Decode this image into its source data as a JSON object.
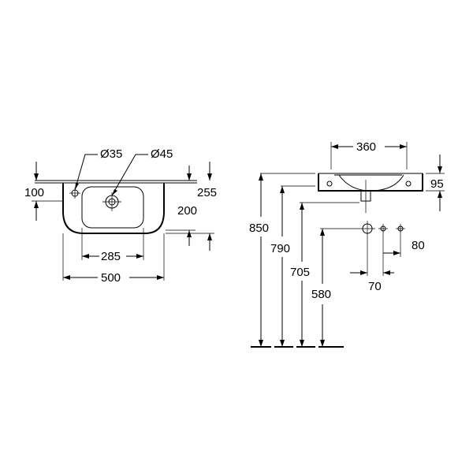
{
  "top_view": {
    "dim_d35": "Ø35",
    "dim_d45": "Ø45",
    "dim_100": "100",
    "dim_255": "255",
    "dim_200": "200",
    "dim_285": "285",
    "dim_500": "500"
  },
  "side_view": {
    "dim_360": "360",
    "dim_95": "95",
    "dim_850": "850",
    "dim_790": "790",
    "dim_705": "705",
    "dim_580": "580",
    "dim_80": "80",
    "dim_70": "70"
  }
}
